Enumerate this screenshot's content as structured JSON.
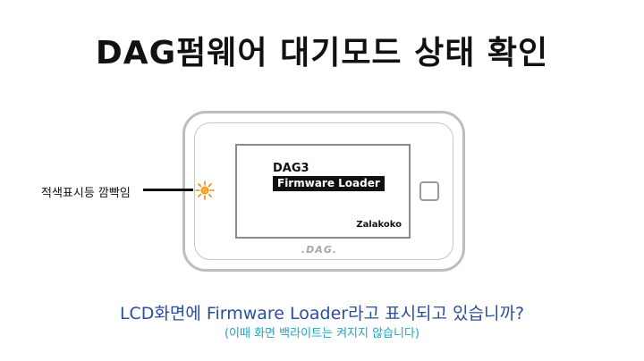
{
  "title": "DAG펌웨어 대기모드 상태 확인",
  "device": {
    "screen": {
      "model": "DAG3",
      "status": "Firmware Loader",
      "brand": "Zalakoko"
    },
    "logo": ".DAG."
  },
  "led_label": "적색표시등 깜빡임",
  "question": "LCD화면에 Firmware Loader라고 표시되고 있습니까?",
  "note": "(이때 화면 백라이트는 켜지지 않습니다)",
  "colors": {
    "question_text": "#2b4f9e",
    "note_text": "#1aa7c6",
    "led": "#f08a1c"
  },
  "icons": [
    "led-blink-icon",
    "side-button-icon"
  ]
}
